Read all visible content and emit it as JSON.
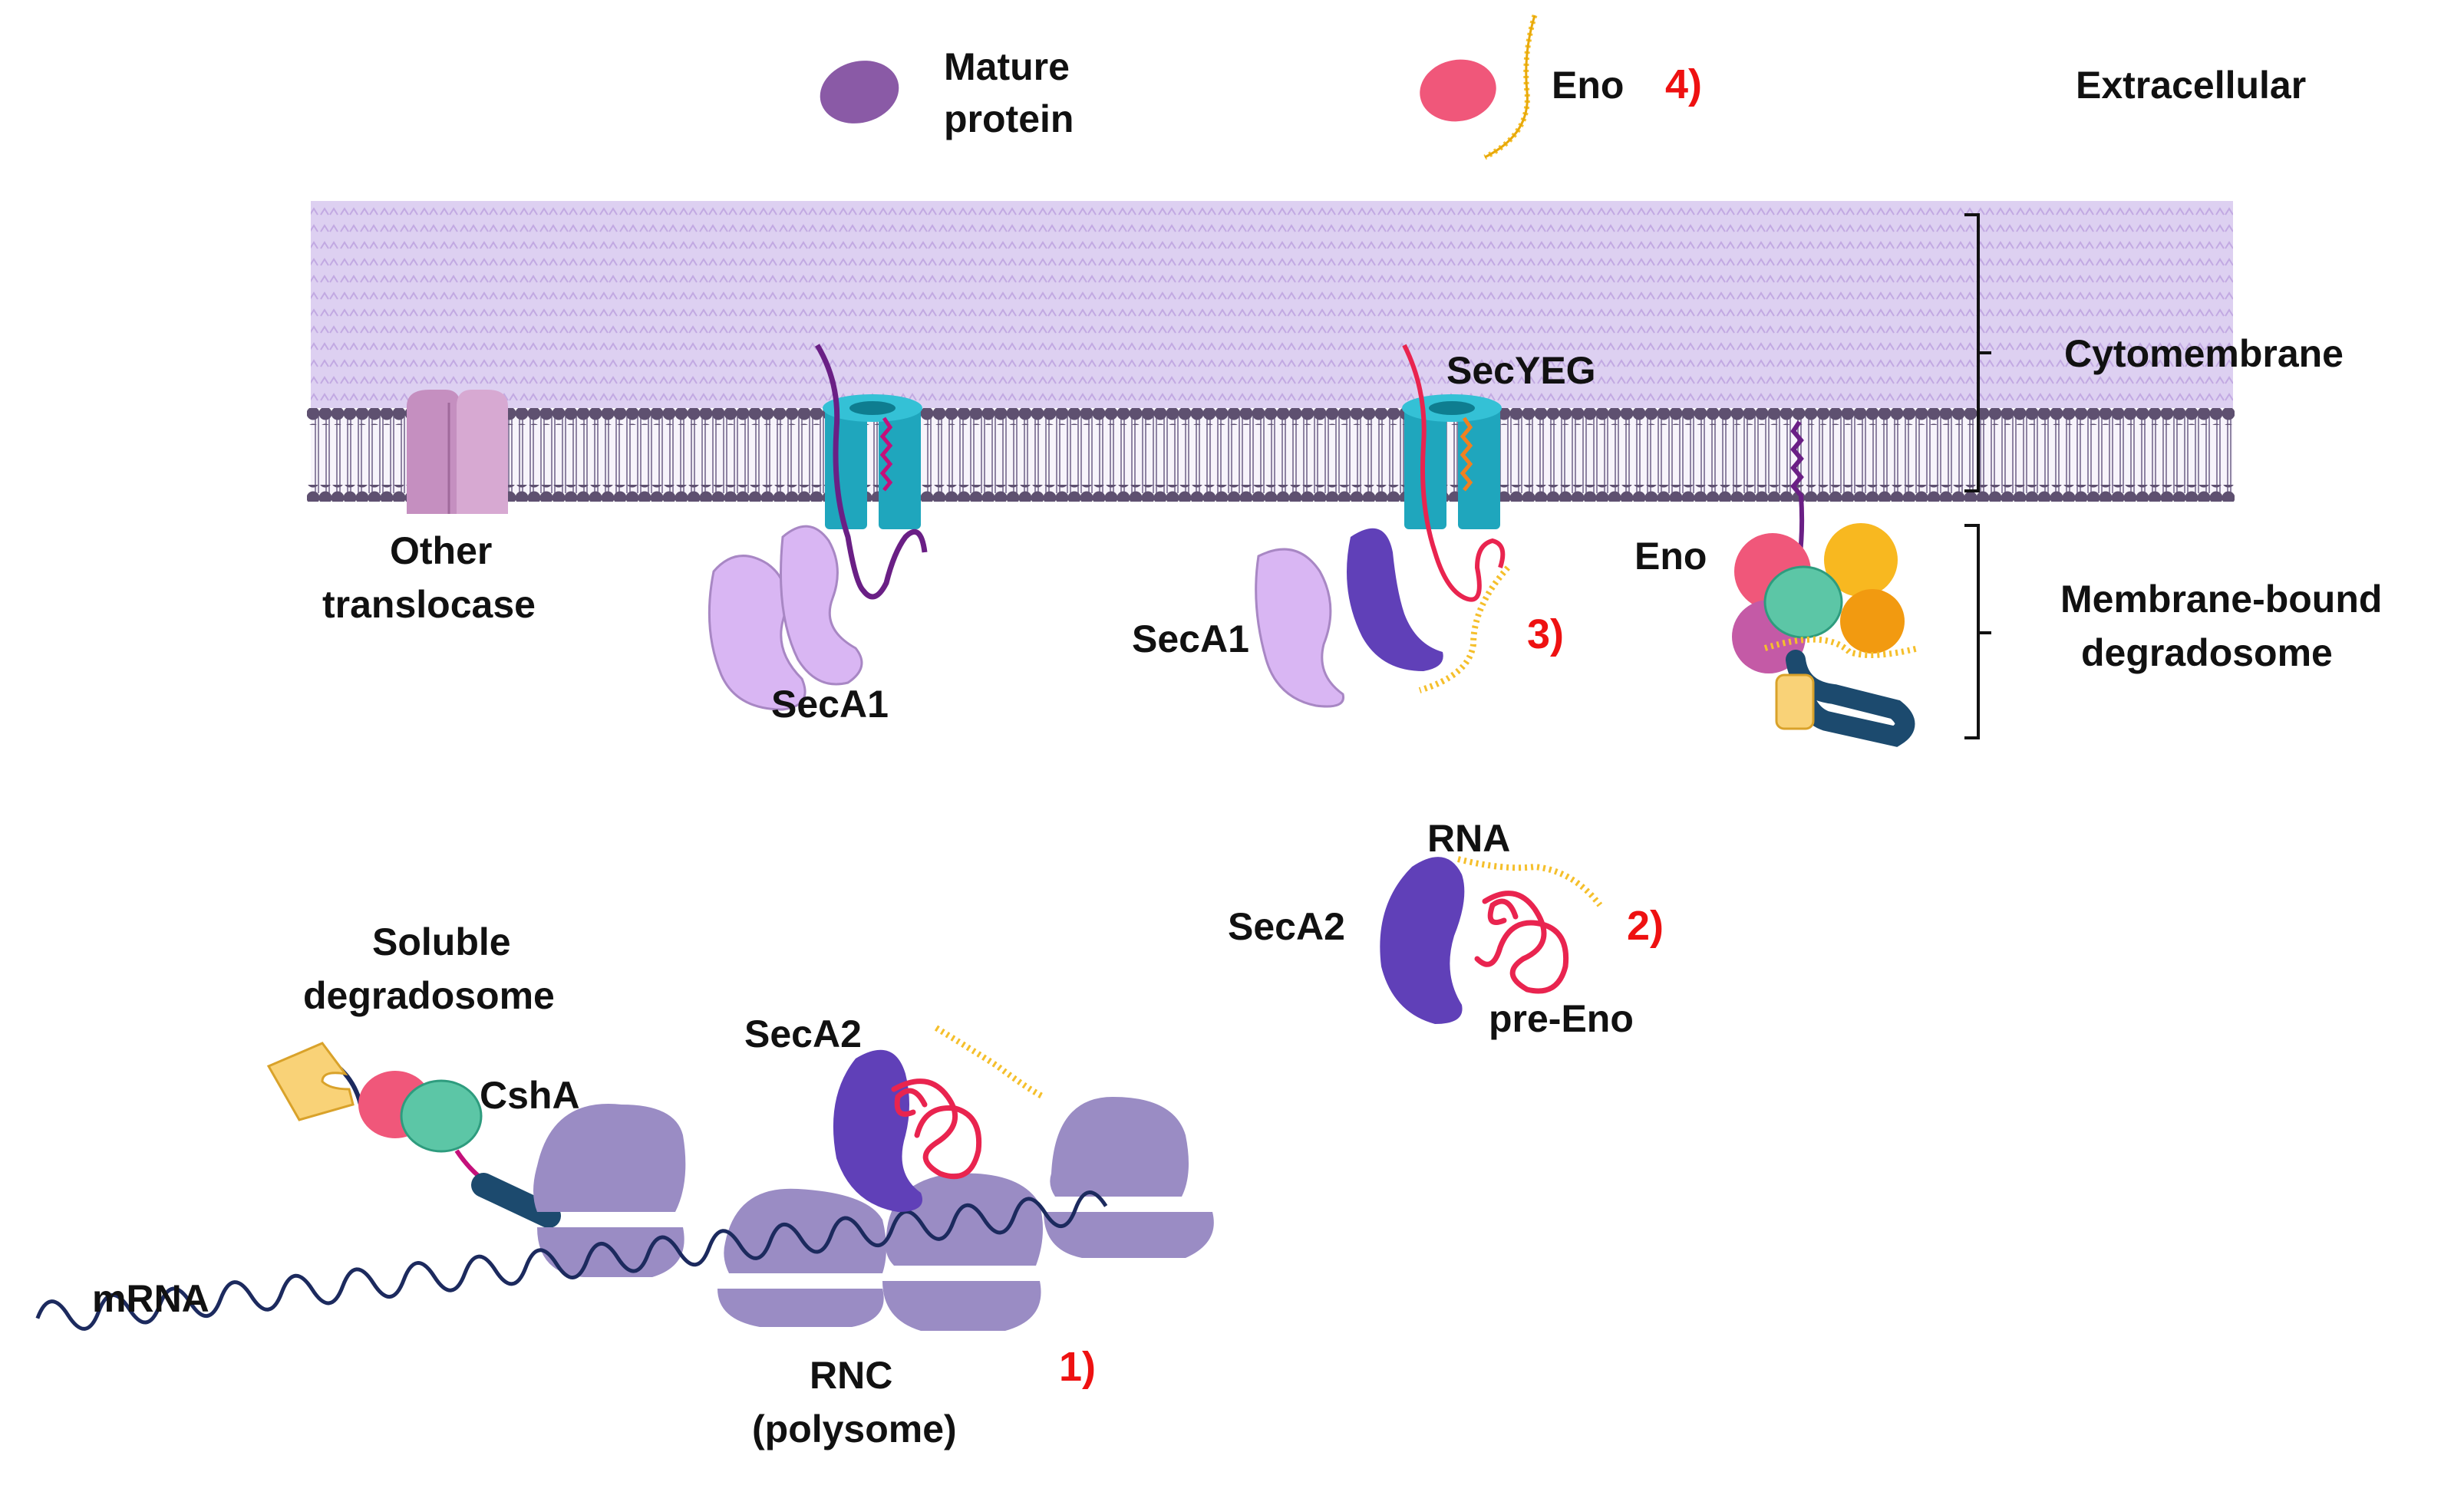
{
  "labels": {
    "mature_protein_line1": "Mature",
    "mature_protein_line2": "protein",
    "eno_top": "Eno",
    "extracellular": "Extracellular",
    "cytomembrane": "Cytomembrane",
    "secyeg": "SecYEG",
    "other_translocase_line1": "Other",
    "other_translocase_line2": "translocase",
    "seca1_left": "SecA1",
    "seca1_right": "SecA1",
    "eno_degradosome": "Eno",
    "membrane_bound_line1": "Membrane-bound",
    "membrane_bound_line2": "degradosome",
    "rna": "RNA",
    "seca2_right": "SecA2",
    "pre_eno": "pre-Eno",
    "soluble_line1": "Soluble",
    "soluble_line2": "degradosome",
    "csha": "CshA",
    "seca2_left": "SecA2",
    "mrna": "mRNA",
    "rnc_line1": "RNC",
    "rnc_line2": "(polysome)"
  },
  "steps": {
    "step1": "1)",
    "step2": "2)",
    "step3": "3)",
    "step4": "4)"
  },
  "colors": {
    "membrane_top": "#d9c8ef",
    "bilayer_head": "#5e5070",
    "ribosome": "#9a8cc4",
    "seca1": "#d9b6f3",
    "seca2": "#6040b8",
    "mature_protein": "#8a5aa6",
    "eno": "#f0577a",
    "csha": "#5cc6a6",
    "channel": "#1fa6bd",
    "rna": "#f5bf2b",
    "pre_eno": "#e9244f",
    "mrna": "#1c2a5e",
    "step_red": "#ee1111"
  }
}
